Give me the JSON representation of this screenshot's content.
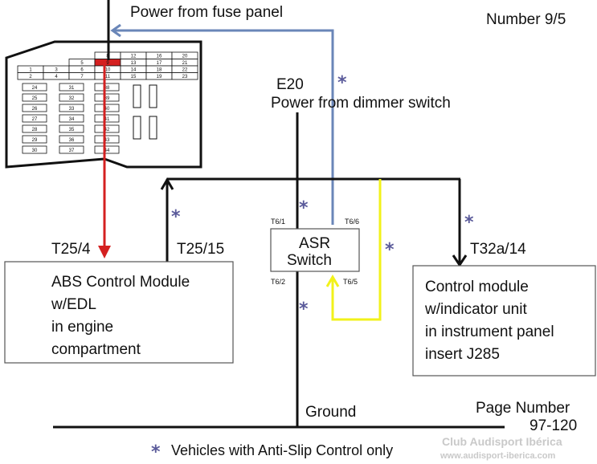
{
  "labels": {
    "power_fuse": "Power from fuse panel",
    "number": "Number 9/5",
    "e20": "E20",
    "power_dimmer": "Power from dimmer switch",
    "ground": "Ground",
    "page_number": "Page Number",
    "page_value": "97-120",
    "footnote": "Vehicles with Anti-Slip Control only",
    "star": "*"
  },
  "terminals": {
    "t25_4": "T25/4",
    "t25_15": "T25/15",
    "t32a_14": "T32a/14",
    "t6_1": "T6/1",
    "t6_6": "T6/6",
    "t6_2": "T6/2",
    "t6_5": "T6/5"
  },
  "abs_module": {
    "line1": "ABS Control Module",
    "line2": "w/EDL",
    "line3": "in engine",
    "line4": "compartment"
  },
  "asr_switch": {
    "line1": "ASR",
    "line2": "Switch"
  },
  "control_module": {
    "line1": "Control module",
    "line2": "w/indicator unit",
    "line3": "in instrument panel",
    "line4": "insert  J285"
  },
  "fuse_panel": {
    "top_rows": [
      [
        "",
        "",
        "",
        "8",
        "12",
        "16",
        "20"
      ],
      [
        "",
        "",
        "5",
        "9",
        "13",
        "17",
        "21"
      ],
      [
        "1",
        "3",
        "6",
        "10",
        "14",
        "18",
        "22"
      ],
      [
        "2",
        "4",
        "7",
        "11",
        "15",
        "19",
        "23"
      ]
    ],
    "relay_col1": [
      "24",
      "25",
      "26",
      "27",
      "28",
      "29",
      "30"
    ],
    "relay_col2": [
      "31",
      "32",
      "33",
      "34",
      "35",
      "36",
      "37"
    ],
    "relay_col3": [
      "38",
      "39",
      "40",
      "41",
      "42",
      "43",
      "44"
    ]
  },
  "watermark": {
    "name": "Club Audisport Ibérica",
    "url": "www.audisport-iberica.com"
  },
  "colors": {
    "wire_blue": "#6a86b8",
    "wire_red": "#d42020",
    "wire_yellow": "#f2f21a",
    "wire_black": "#111111",
    "star": "#5a5a9a"
  }
}
